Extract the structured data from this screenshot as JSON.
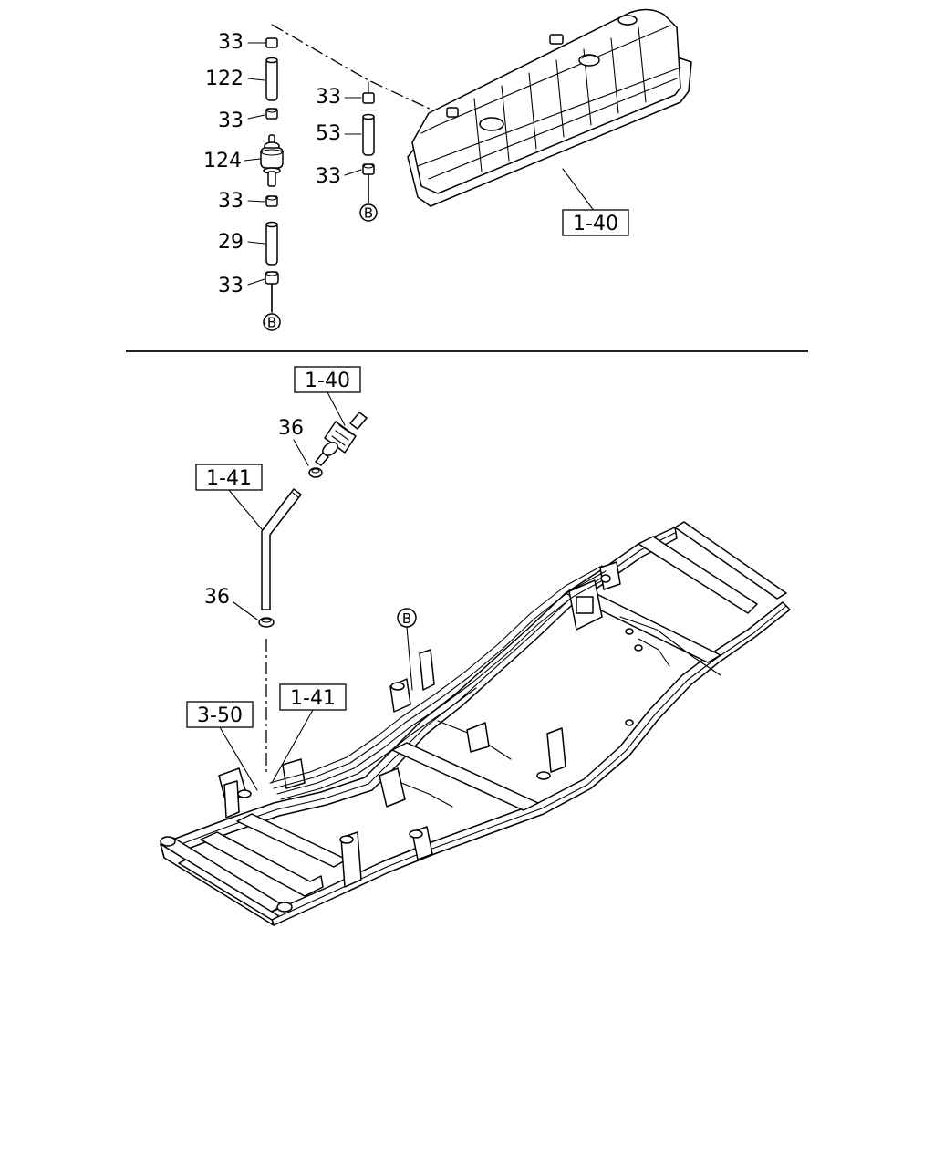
{
  "top_section": {
    "callouts": {
      "c33_a": "33",
      "c122": "122",
      "c33_b": "33",
      "c124": "124",
      "c33_c": "33",
      "c29": "29",
      "c33_d": "33",
      "c33_e": "33",
      "c53": "53",
      "c33_f": "33"
    },
    "connectors": {
      "left": "B",
      "right": "B"
    },
    "ref_tank": "1-40"
  },
  "bottom_section": {
    "callouts": {
      "c36_top": "36",
      "c36_bottom": "36"
    },
    "connector_frame": "B",
    "refs": {
      "ref_filter": "1-40",
      "ref_pipe": "1-41",
      "ref_frame_pipe": "1-41",
      "ref_frame": "3-50"
    }
  }
}
